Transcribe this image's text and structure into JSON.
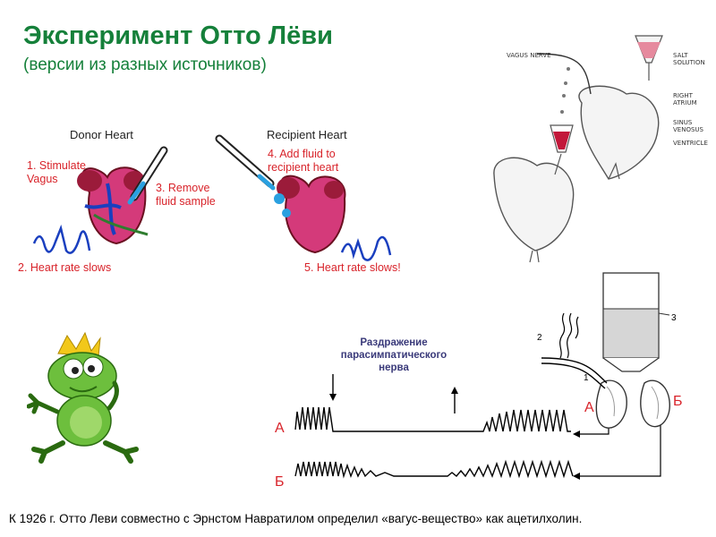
{
  "title": "Эксперимент Отто Лёви",
  "subtitle": "(версии из разных источников)",
  "top_diagram": {
    "donor_heading": "Donor Heart",
    "recipient_heading": "Recipient Heart",
    "step1": [
      "1. Stimulate",
      "Vagus"
    ],
    "step2": "2. Heart rate slows",
    "step3": [
      "3. Remove",
      "fluid sample"
    ],
    "step4": [
      "4. Add fluid to",
      "recipient heart"
    ],
    "step5": "5. Heart rate slows!"
  },
  "lab_diagram": {
    "labels": {
      "vagus": "VAGUS NERVE",
      "salt": [
        "SALT",
        "SOLUTION"
      ],
      "atrium": [
        "RIGHT",
        "ATRIUM"
      ],
      "sinus": [
        "SINUS",
        "VENOSUS"
      ],
      "ventricle": "VENTRICLE"
    }
  },
  "kymograph": {
    "stimulation_label": [
      "Раздражение",
      "парасимпатического",
      "нерва"
    ],
    "trace_a": "А",
    "trace_b": "Б",
    "heart_a": "А",
    "heart_b": "Б",
    "numbers": [
      "1",
      "2",
      "3"
    ]
  },
  "caption": "К 1926 г. Отто Леви совместно с Эрнстом Навратилом определил «вагус-вещество» как ацетилхолин.",
  "colors": {
    "title_green": "#15803a",
    "label_red": "#d8232a",
    "heart_pink": "#d43a7a",
    "heart_dark": "#9b1b3a",
    "fluid_red": "#c2183a",
    "trace_blue": "#1a3fbf",
    "drop_blue": "#2aa0e0"
  }
}
